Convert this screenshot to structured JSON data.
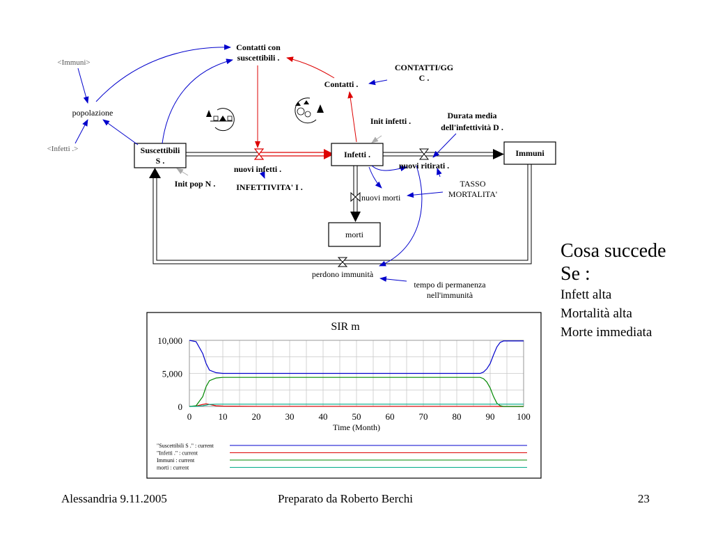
{
  "diagram": {
    "stocks": {
      "suscettibili": [
        "Suscettibili",
        "S ."
      ],
      "infetti": "Infetti .",
      "immuni": "Immuni",
      "morti": "morti"
    },
    "flows": {
      "nuovi_infetti": "nuovi infetti .",
      "nuovi_ritirati": "nuovi ritirati .",
      "nuovi_morti": "nuovi morti",
      "perdono_immunita": "perdono immunità"
    },
    "variables": {
      "contatti_con_suscettibili": [
        "Contatti con",
        "suscettibili ."
      ],
      "contatti": "Contatti .",
      "contatti_gg": [
        "CONTATTI/GG",
        "C ."
      ],
      "popolazione": "popolazione",
      "immuni_shadow": "<Immuni>",
      "infetti_shadow": "<Infetti .>",
      "init_infetti": "Init infetti .",
      "durata_media": [
        "Durata media",
        "dell'infettività D ."
      ],
      "init_pop": "Init pop N .",
      "infettivita": "INFETTIVITA' I .",
      "tasso_mortalita": [
        "TASSO",
        "MORTALITA'"
      ],
      "tempo_permanenza": [
        "tempo di permanenza",
        "nell'immunità"
      ]
    }
  },
  "chart_data": {
    "type": "line",
    "title": "SIR m",
    "xlabel": "Time (Month)",
    "ylabel": "",
    "xlim": [
      0,
      100
    ],
    "ylim": [
      0,
      10000
    ],
    "x_ticks": [
      "0",
      "10",
      "20",
      "30",
      "40",
      "50",
      "60",
      "70",
      "80",
      "90",
      "100"
    ],
    "y_ticks": [
      "0",
      "5,000",
      "10,000"
    ],
    "x": [
      0,
      2,
      4,
      5,
      6,
      8,
      10,
      20,
      50,
      80,
      87,
      88,
      89,
      90,
      91,
      92,
      93,
      94,
      100
    ],
    "series": [
      {
        "name": "\"Suscettibili S .\" : current",
        "color": "#0000cc",
        "values": [
          10000,
          9800,
          8000,
          6500,
          5500,
          5100,
          5000,
          5000,
          5000,
          5000,
          5000,
          5200,
          5700,
          6500,
          7800,
          9000,
          9700,
          9900,
          9900
        ]
      },
      {
        "name": "\"Infetti .\" : current",
        "color": "#dd0000",
        "values": [
          0,
          50,
          300,
          400,
          300,
          100,
          50,
          20,
          20,
          20,
          20,
          20,
          20,
          20,
          20,
          10,
          5,
          0,
          0
        ]
      },
      {
        "name": "Immuni : current",
        "color": "#008800",
        "values": [
          0,
          100,
          1500,
          3000,
          3900,
          4300,
          4400,
          4400,
          4400,
          4400,
          4400,
          4200,
          3700,
          2800,
          1500,
          500,
          100,
          0,
          0
        ]
      },
      {
        "name": "morti : current",
        "color": "#00aa88",
        "values": [
          0,
          20,
          100,
          200,
          300,
          350,
          350,
          350,
          350,
          350,
          350,
          350,
          350,
          350,
          350,
          350,
          350,
          350,
          350
        ]
      }
    ]
  },
  "right_text": {
    "line1": "Cosa succede",
    "line2": "Se :",
    "line3": "Infett alta",
    "line4": "Mortalità alta",
    "line5": "Morte immediata"
  },
  "footer": {
    "left": "Alessandria 9.11.2005",
    "center": "Preparato da Roberto Berchi",
    "right": "23"
  }
}
